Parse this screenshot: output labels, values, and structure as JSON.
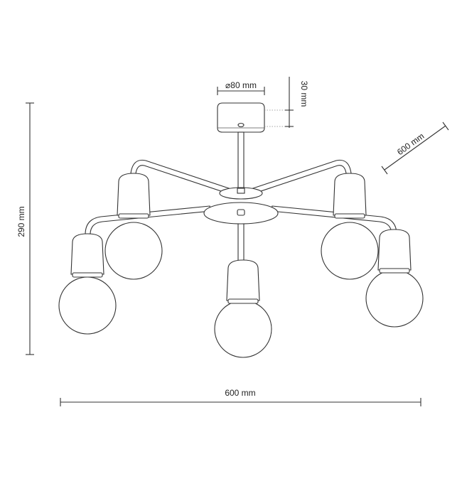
{
  "dimensions": {
    "canopy_diameter": "⌀80 mm",
    "canopy_height": "30 mm",
    "depth": "600 mm",
    "height": "290 mm",
    "width": "600 mm"
  },
  "colors": {
    "line": "#333333",
    "background": "#ffffff"
  }
}
